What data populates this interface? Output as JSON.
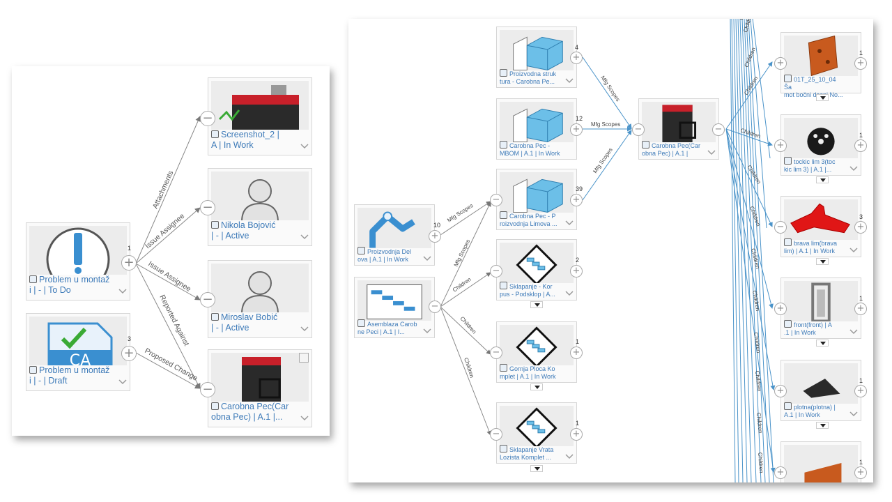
{
  "left_panel": {
    "sources": [
      {
        "label_1": "Problem u montaž",
        "label_2": "i | - | To Do",
        "count": "1",
        "icon": "issue-exclamation-icon"
      },
      {
        "label_1": "Problem u montaž",
        "label_2": "i | - | Draft",
        "count": "3",
        "icon": "ca-document-icon"
      }
    ],
    "targets": [
      {
        "label_1": "Screenshot_2 |",
        "label_2": "A | In Work",
        "icon": "stove-image-icon"
      },
      {
        "label_1": "Nikola Bojović",
        "label_2": "| - | Active",
        "icon": "person-icon"
      },
      {
        "label_1": "Miroslav Bobić",
        "label_2": "| - | Active",
        "icon": "person-icon"
      },
      {
        "label_1": "Carobna Pec(Car",
        "label_2": "obna Pec) | A.1 |...",
        "icon": "stove-icon"
      }
    ],
    "edge_labels": [
      "Attachments",
      "Issue Assignee",
      "Issue Assignee",
      "Reported Against",
      "Proposed Change"
    ]
  },
  "right_panel": {
    "left_nodes": [
      {
        "label_1": "Proizvodnja Del",
        "label_2": "ova | A.1 | In Work",
        "count": "10",
        "icon": "robot-arm-icon"
      },
      {
        "label_1": "Asemblaza Carob",
        "label_2": "ne Peci | A.1 | I...",
        "count": "",
        "icon": "process-steps-icon"
      }
    ],
    "middle_nodes": [
      {
        "label_1": "Proizvodna struk",
        "label_2": "tura - Carobna Pe...",
        "count": "4",
        "icon": "mfg-structure-icon"
      },
      {
        "label_1": "Carobna Pec -",
        "label_2": "MBOM | A.1 | In Work",
        "count": "12",
        "icon": "mfg-structure-icon"
      },
      {
        "label_1": "Carobna Pec - P",
        "label_2": "roizvodnja Limova ...",
        "count": "39",
        "icon": "mfg-structure-icon"
      },
      {
        "label_1": "Sklapanje - Kor",
        "label_2": "pus - Podsklop | A...",
        "count": "2",
        "icon": "operation-diamond-icon"
      },
      {
        "label_1": "Gornja Ploca Ko",
        "label_2": "mplet | A.1 | In Work",
        "count": "1",
        "icon": "operation-diamond-icon"
      },
      {
        "label_1": "Sklapanje Vrata",
        "label_2": "Lozista Komplet ...",
        "count": "1",
        "icon": "operation-diamond-icon"
      }
    ],
    "center_node": {
      "label_1": "Carobna Pec(Car",
      "label_2": "obna Pec) | A.1 |",
      "icon": "stove-icon"
    },
    "right_nodes": [
      {
        "label_1": "01T_25_10_04 Ša",
        "label_2": "mot bočni desni No...",
        "count": "1",
        "icon": "orange-plate-icon"
      },
      {
        "label_1": "tockic lim 3(toc",
        "label_2": "kic lim 3) | A.1 |...",
        "count": "1",
        "icon": "black-wheel-icon"
      },
      {
        "label_1": "brava lim(brava",
        "label_2": "lim) | A.1 | In Work",
        "count": "3",
        "icon": "red-latch-icon"
      },
      {
        "label_1": "front(front) | A",
        "label_2": ".1 | In Work",
        "count": "1",
        "icon": "grey-frame-icon"
      },
      {
        "label_1": "plotna(plotna) |",
        "label_2": "A.1 | In Work",
        "count": "1",
        "icon": "black-plate-icon"
      },
      {
        "label_1": "",
        "label_2": "",
        "count": "1",
        "icon": "orange-part-icon"
      }
    ],
    "edge_labels": {
      "mfg_scopes": "Mfg Scopes",
      "children": "Children"
    },
    "colors": {
      "edge_blue": "#4a93c9",
      "edge_grey": "#8c8c8c",
      "label_blue": "#3d7ab8"
    }
  }
}
